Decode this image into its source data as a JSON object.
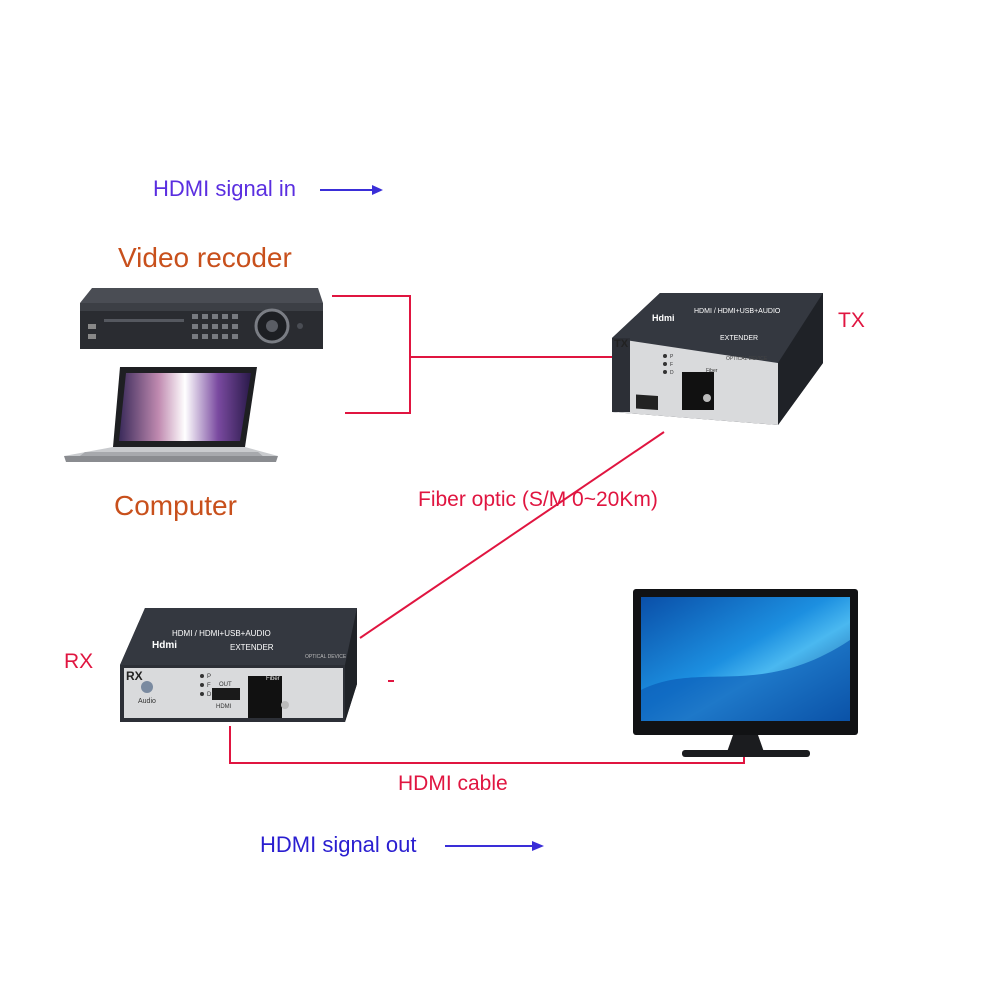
{
  "labels": {
    "hdmi_in": "HDMI signal in",
    "video_recorder": "Video recoder",
    "computer": "Computer",
    "tx": "TX",
    "rx": "RX",
    "fiber": "Fiber optic (S/M 0~20Km)",
    "hdmi_cable": "HDMI cable",
    "hdmi_out": "HDMI signal out"
  },
  "tx_device": {
    "title": "HDMI / HDMI+USB+AUDIO",
    "brand": "Hdmi",
    "banner": "EXTENDER",
    "caption": "OPTICAL DEVICE",
    "corner": "TX",
    "leds": [
      "P",
      "F",
      "D"
    ],
    "port_label": "Fiber"
  },
  "rx_device": {
    "title": "HDMI / HDMI+USB+AUDIO",
    "brand": "Hdmi",
    "banner": "EXTENDER",
    "caption": "OPTICAL DEVICE",
    "corner": "RX",
    "audio": "Audio",
    "leds": [
      "P",
      "F",
      "D"
    ],
    "out_label": "OUT",
    "hdmi_label": "HDMI",
    "port_label": "Fiber"
  },
  "colors": {
    "wire": "#e01540",
    "arrow": "#3a2ed8",
    "device_body": "#2c2f36",
    "device_face": "#d9dadc"
  }
}
